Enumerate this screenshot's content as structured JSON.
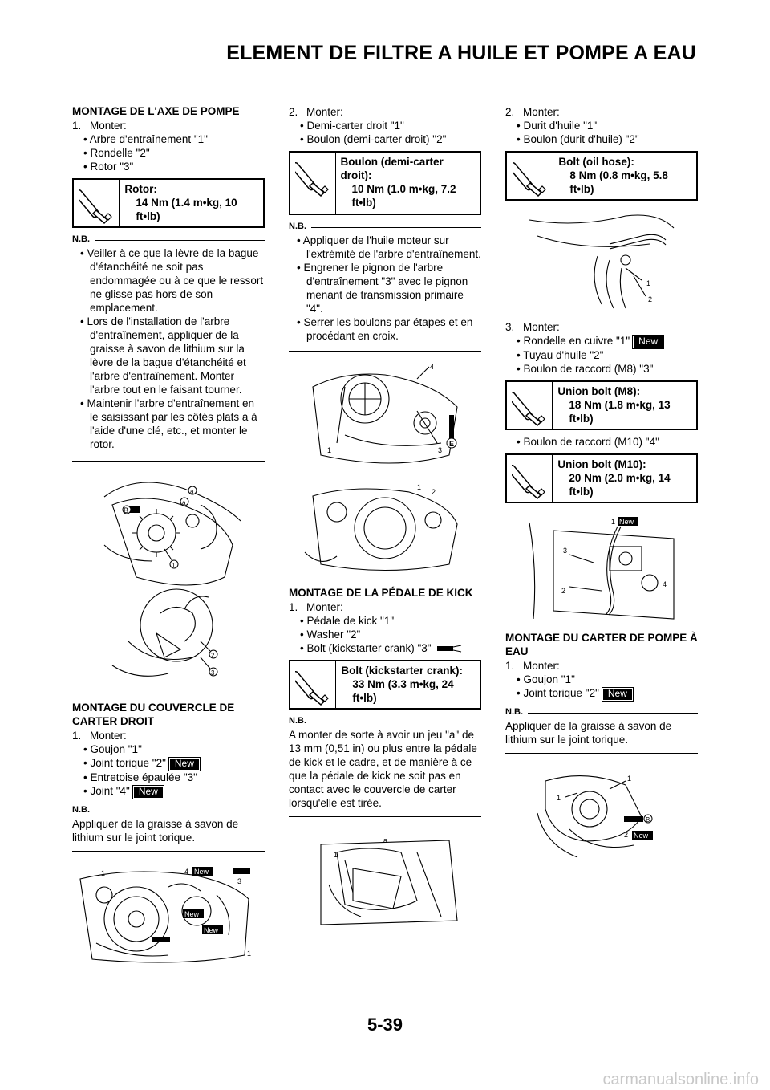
{
  "header": {
    "title": "ELEMENT DE FILTRE A HUILE ET POMPE A EAU"
  },
  "col1": {
    "section1_title": "MONTAGE DE L'AXE DE POMPE",
    "step1": {
      "num": "1.",
      "label": "Monter:"
    },
    "step1_items": [
      "Arbre d'entraînement \"1\"",
      "Rondelle \"2\"",
      "Rotor \"3\""
    ],
    "spec1": {
      "name": "Rotor:",
      "value": "14 Nm (1.4 m•kg, 10 ft•lb)"
    },
    "nb_label": "N.B.",
    "nb1_items": [
      "Veiller à ce que la lèvre de la bague d'étanchéité ne soit pas endommagée ou à ce que le ressort ne glisse pas hors de son emplacement.",
      "Lors de l'installation de l'arbre d'entraînement, appliquer de la graisse à savon de lithium sur la lèvre de la bague d'étanchéité et l'arbre d'entraînement. Monter l'arbre tout en le faisant tourner.",
      "Maintenir l'arbre d'entraînement en le saisissant par les côtés plats a à l'aide d'une clé, etc., et monter le rotor."
    ],
    "section2_title": "MONTAGE DU COUVERCLE DE CARTER DROIT",
    "step2": {
      "num": "1.",
      "label": "Monter:"
    },
    "step2_items": [
      "Goujon \"1\"",
      "Joint torique \"2\"",
      "Entretoise épaulée \"3\"",
      "Joint \"4\""
    ],
    "nb2_text": "Appliquer de la graisse à savon de lithium sur le joint torique."
  },
  "col2": {
    "step1": {
      "num": "2.",
      "label": "Monter:"
    },
    "step1_items": [
      "Demi-carter droit \"1\"",
      "Boulon (demi-carter droit) \"2\""
    ],
    "spec1": {
      "name": "Boulon (demi-carter droit):",
      "value": "10 Nm (1.0 m•kg, 7.2 ft•lb)"
    },
    "nb_label": "N.B.",
    "nb1_items": [
      "Appliquer de l'huile moteur sur l'extrémité de l'arbre d'entraînement.",
      "Engrener le pignon de l'arbre d'entraînement \"3\" avec le pignon menant de transmission primaire \"4\".",
      "Serrer les boulons par étapes et en procédant en croix."
    ],
    "section2_title": "MONTAGE DE LA PÉDALE DE KICK",
    "step2": {
      "num": "1.",
      "label": "Monter:"
    },
    "step2_items": [
      "Pédale de kick \"1\"",
      "Washer \"2\"",
      "Bolt (kickstarter crank) \"3\""
    ],
    "spec2": {
      "name": "Bolt (kickstarter crank):",
      "value": "33 Nm (3.3 m•kg, 24 ft•lb)"
    },
    "nb2_text": "A monter de sorte à avoir un jeu \"a\" de 13 mm (0,51 in) ou plus entre la pédale de kick et le cadre, et de manière à ce que la pédale de kick ne soit pas en contact avec le couvercle de carter lorsqu'elle est tirée."
  },
  "col3": {
    "step1": {
      "num": "2.",
      "label": "Monter:"
    },
    "step1_items": [
      "Durit d'huile \"1\"",
      "Boulon (durit d'huile) \"2\""
    ],
    "spec1": {
      "name": "Bolt (oil hose):",
      "value": "8 Nm (0.8 m•kg, 5.8 ft•lb)"
    },
    "step2": {
      "num": "3.",
      "label": "Monter:"
    },
    "step2_items": [
      "Rondelle en cuivre \"1\"",
      "Tuyau d'huile \"2\"",
      "Boulon de raccord (M8) \"3\""
    ],
    "spec2": {
      "name": "Union bolt (M8):",
      "value": "18 Nm (1.8 m•kg, 13 ft•lb)"
    },
    "step2_extra": "Boulon de raccord (M10) \"4\"",
    "spec3": {
      "name": "Union bolt (M10):",
      "value": "20 Nm (2.0 m•kg, 14 ft•lb)"
    },
    "section_title": "MONTAGE DU CARTER DE POMPE À EAU",
    "step3": {
      "num": "1.",
      "label": "Monter:"
    },
    "step3_items": [
      "Goujon \"1\"",
      "Joint torique \"2\""
    ],
    "nb_label": "N.B.",
    "nb_text": "Appliquer de la graisse à savon de lithium sur le joint torique."
  },
  "badge": "New",
  "fig_labels": {
    "n1": "1",
    "n2": "2",
    "n3": "3",
    "n4": "4",
    "a": "a",
    "b": "B",
    "e": "E"
  },
  "page_number": "5-39",
  "watermark": "carmanualsonline.info"
}
